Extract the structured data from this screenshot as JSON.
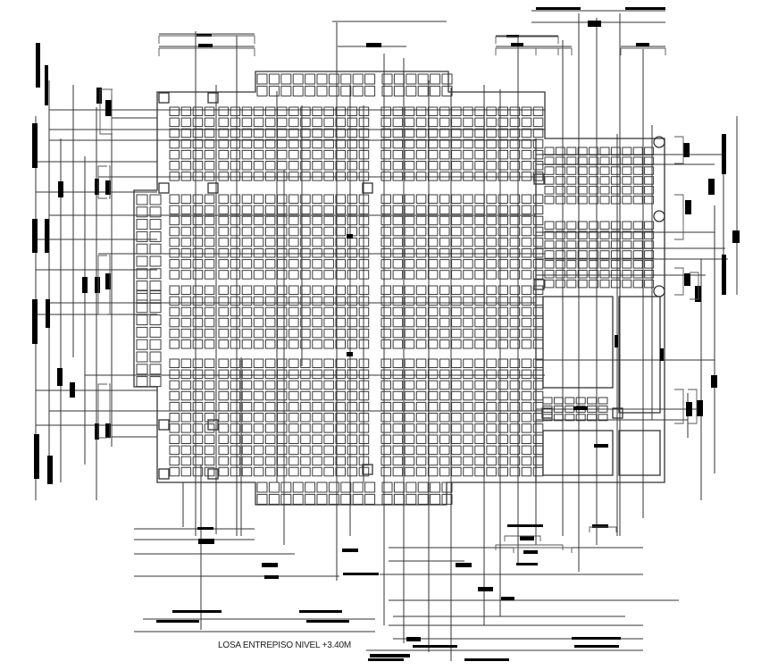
{
  "drawing": {
    "title": "LOSA ENTREPISO NIVEL +3.40M",
    "type": "waffle-slab structural floor plan",
    "colors": {
      "background": "#ffffff",
      "line": "#333333",
      "rebar_mark": "#000000"
    },
    "zones": [
      {
        "name": "main-slab",
        "label": ""
      },
      {
        "name": "top-bay",
        "label": ""
      },
      {
        "name": "bottom-bay",
        "label": ""
      },
      {
        "name": "left-bay",
        "label": ""
      },
      {
        "name": "right-wing",
        "label": ""
      },
      {
        "name": "stair-openings",
        "label": ""
      }
    ]
  }
}
